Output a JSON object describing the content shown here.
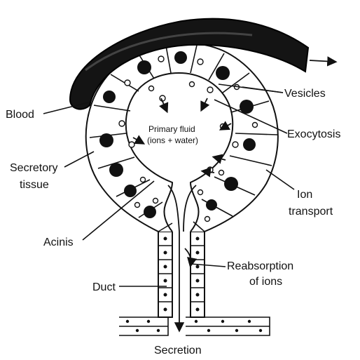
{
  "diagram": {
    "labels": {
      "blood": "Blood",
      "vesicles": "Vesicles",
      "exocytosis": "Exocytosis",
      "secretory_1": "Secretory",
      "secretory_2": "tissue",
      "ion_1": "Ion",
      "ion_2": "transport",
      "acinis": "Acinis",
      "reabs_1": "Reabsorption",
      "reabs_2": "of ions",
      "duct": "Duct",
      "secretion": "Secretion",
      "primary_1": "Primary fluid",
      "primary_2": "(ions + water)"
    }
  }
}
